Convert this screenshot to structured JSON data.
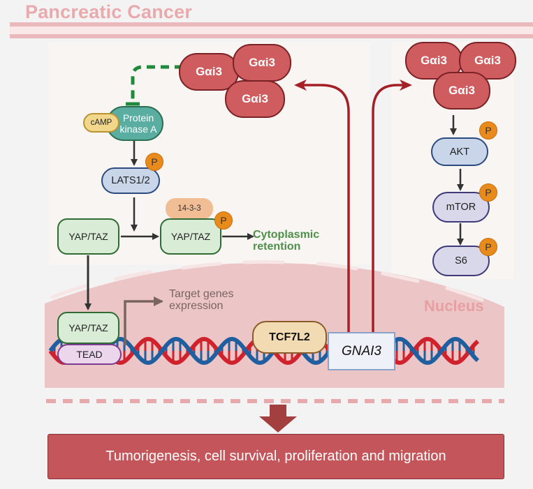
{
  "title": "Pancreatic Cancer",
  "colors": {
    "title": "#e8aaad",
    "membrane": "#eab9bd",
    "nucleus_fill": "#ecc5c7",
    "gai3_fill": "#cf5c5f",
    "gnai3_arrow": "#a51f26",
    "inhibition_dashed": "#1f8b3a",
    "dna_red": "#d0222d",
    "dna_blue": "#1f5fa0",
    "phospho": "#e88a1c",
    "outcome_fill": "#c4555a",
    "outcome_arrow": "#a3403f"
  },
  "left_pathway": {
    "gai3_cluster": [
      "Gαi3",
      "Gαi3",
      "Gαi3"
    ],
    "camp": "cAMP",
    "pka_line1": "Protein",
    "pka_line2": "kinase A",
    "lats": "LATS1/2",
    "yap_taz_free": "YAP/TAZ",
    "yap_taz_bound": "YAP/TAZ",
    "protein_1433": "14-3-3",
    "cyto_line1": "Cytoplasmic",
    "cyto_line2": "retention",
    "yap_taz_nuclear": "YAP/TAZ",
    "tead": "TEAD",
    "target_line1": "Target genes",
    "target_line2": "expression"
  },
  "right_pathway": {
    "gai3_cluster": [
      "Gαi3",
      "Gαi3",
      "Gαi3"
    ],
    "akt": "AKT",
    "mtor": "mTOR",
    "s6": "S6"
  },
  "phospho_label": "P",
  "nucleus": {
    "label": "Nucleus",
    "tcf7l2": "TCF7L2",
    "gnai3_gene": "GNAI3"
  },
  "outcome": "Tumorigenesis, cell survival, proliferation and migration"
}
